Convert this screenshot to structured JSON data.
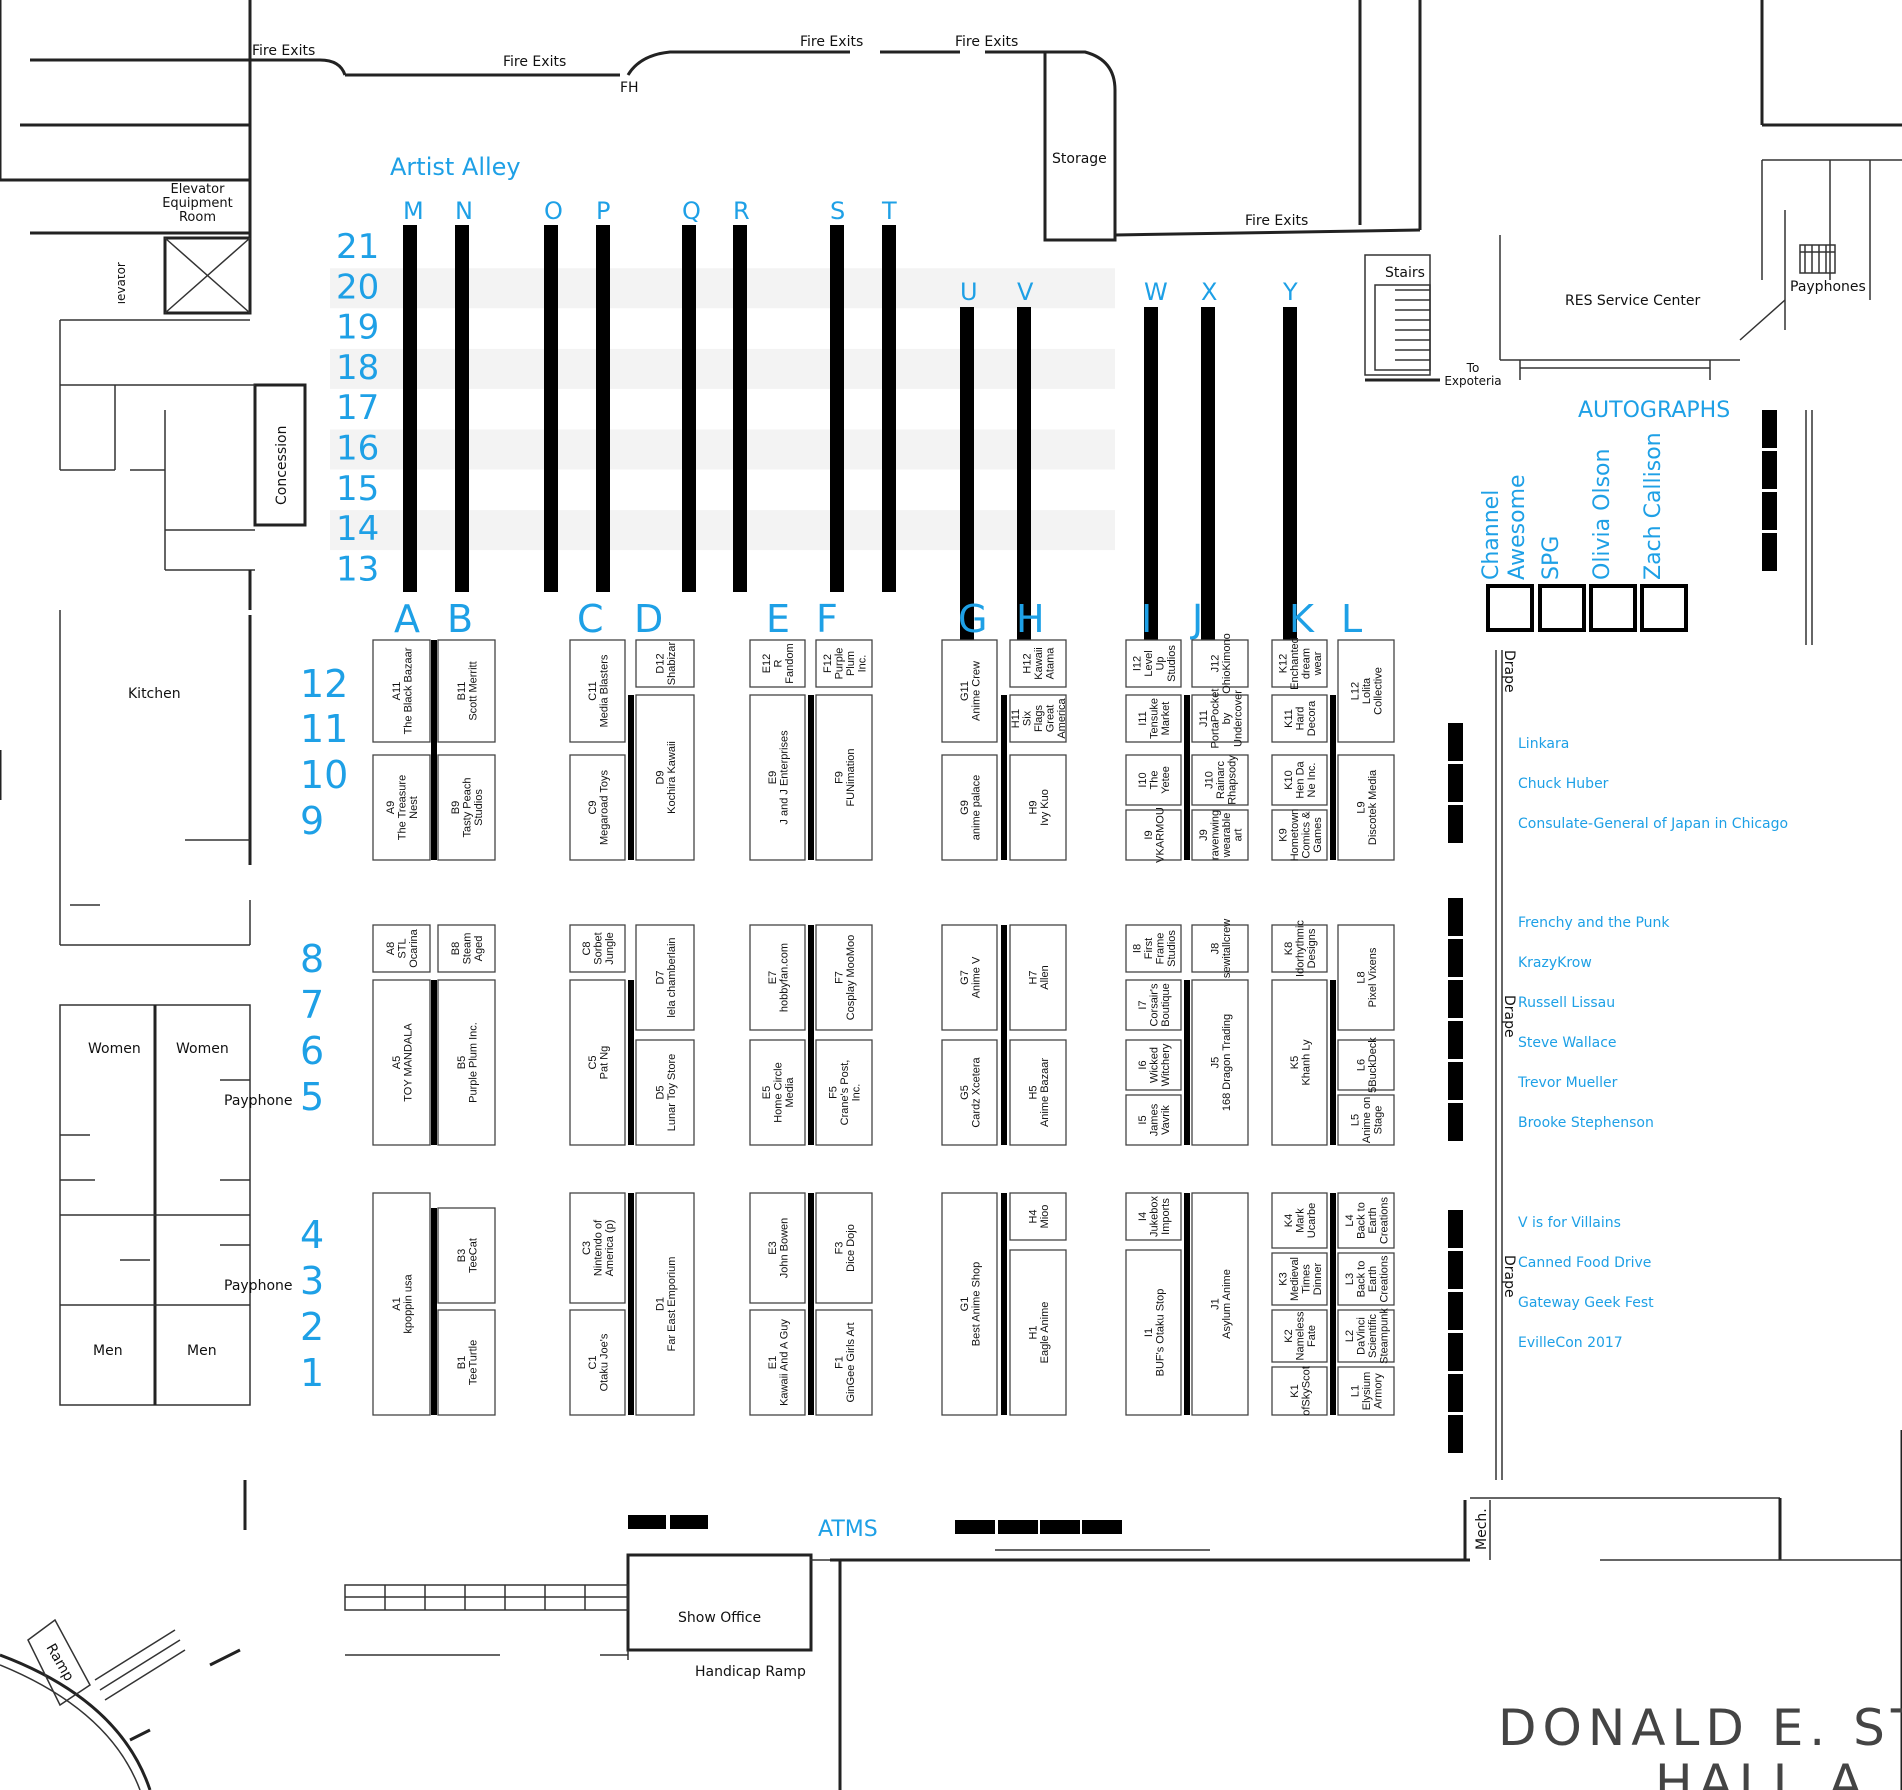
{
  "rooms": {
    "fire_exits": [
      "Fire Exits",
      "Fire Exits",
      "Fire Exits",
      "Fire Exits",
      "Fire Exits"
    ],
    "fire_exit_abbrev": "FH",
    "storage": "Storage",
    "elevator_equipment": "Elevator Equipment Room",
    "freight_elevator": "Freight Elevator",
    "concession": "Concession",
    "kitchen": "Kitchen",
    "women": "Women",
    "men": "Men",
    "payphone": "Payphone",
    "payphones": "Payphones",
    "stairs": "Stairs",
    "to_expoteria": "To Expoteria",
    "res_service": "RES Service Center",
    "mech": "Mech.",
    "show_office": "Show Office",
    "handicap_ramp": "Handicap Ramp",
    "ramp": "Ramp",
    "drape": "Drape",
    "atms": "ATMS",
    "hall_title_line1": "DONALD E. STE",
    "hall_title_line2": "HALL A"
  },
  "artist_alley": {
    "title": "Artist Alley",
    "columns": [
      "M",
      "N",
      "O",
      "P",
      "Q",
      "R",
      "S",
      "T",
      "U",
      "V",
      "W",
      "X",
      "Y"
    ],
    "rows": [
      "21",
      "20",
      "19",
      "18",
      "17",
      "16",
      "15",
      "14",
      "13"
    ]
  },
  "vendor_columns": [
    "A",
    "B",
    "C",
    "D",
    "E",
    "F",
    "G",
    "H",
    "I",
    "J",
    "K",
    "L"
  ],
  "vendor_rows": [
    "12",
    "11",
    "10",
    "9",
    "8",
    "7",
    "6",
    "5",
    "4",
    "3",
    "2",
    "1"
  ],
  "booths": {
    "A11": "The Black Bazaar",
    "B11": "Scott Merritt",
    "A9": "The Treasure Nest",
    "B9": "Tasty Peach Studios",
    "A8": "STL Ocarina",
    "B8": "Steam Aged",
    "A5": "TOY MANDALA",
    "B5": "Purple Plum Inc.",
    "A1": "kpoppin usa",
    "B3": "TeeCat",
    "B1": "TeeTurtle",
    "C11": "Media Blasters",
    "D12": "Shabizar",
    "C9": "Megaroad Toys",
    "D9": "Kochira Kawaii",
    "C8": "Sorbet Jungle",
    "D7": "lela chamberlain",
    "C5": "Pat Ng",
    "D5": "Lunar Toy Store",
    "C3": "Nintendo of America (p)",
    "D1": "Far East Emporium",
    "C1": "Otaku Joe's",
    "E12": "R Fandom",
    "F12": "Purple Plum Inc.",
    "E9": "J and J Enterprises",
    "F9": "FUNimation",
    "E7": "hobbyfan.com",
    "F7": "Cosplay MooMoo",
    "E5": "Home Circle Media",
    "F5": "Crane's Post, Inc.",
    "E3": "John Bowen",
    "F3": "Dice Dojo",
    "E1": "Kawaii And A Guy",
    "F1": "GinGee Girls Art",
    "G11": "Anime Crew",
    "H12": "Kawaii Atama",
    "H11": "Six Flags Great America",
    "G9": "anime palace",
    "H9": "Ivy Kuo",
    "G7": "Anime V",
    "H7": "Allen",
    "G5": "Cardz Xcetera",
    "H5": "Anime Bazaar",
    "G1": "Best Anime Shop",
    "H4": "Mioo",
    "H1": "Eagle Anime",
    "I12": "Level Up Studios",
    "J12": "OhioKimono",
    "I11": "Tensuke Market",
    "J11": "PortaPocket by Undercover",
    "I10": "The Yetee",
    "J10": "Rainarc Rhapsody",
    "I9": "VKARMOU",
    "J9": "ravenwing wearable art",
    "I8": "First Frame Studios",
    "J8": "sewitallcrew",
    "I7": "Corsair's Boutique",
    "I6": "Wicked Witchery",
    "J5": "168 Dragon Trading",
    "I5": "James Vavrik",
    "I4": "Jukebox Imports",
    "I1": "BUF's Otaku Stop",
    "J1": "Asylum Anime",
    "K12": "Enchanted dream wear",
    "L12": "Lolita Collective",
    "K11": "Hard Decora",
    "K10": "Hen Da Ne Inc.",
    "L9": "Discotek Media",
    "K9": "Hometown Comics & Games",
    "K8": "Idorhythmic Designs",
    "L8": "Pixel Vixens",
    "K5": "Khanh Ly",
    "L6": "5BuckDeck",
    "L5": "Anime on Stage",
    "K4": "Mark Ucarbe",
    "L4": "Back to Earth Creations",
    "K3": "Medieval Times Dinner",
    "L3": "Back to Earth Creations",
    "K2": "Nameless Fate",
    "L2": "DaVinci Scientific Steampunk",
    "K1": "ofSkyScot",
    "L1": "Elysium Armory"
  },
  "autographs": {
    "title": "AUTOGRAPHS",
    "guests": [
      "Channel Awesome",
      "SPG",
      "Olivia Olson",
      "Zach Callison"
    ]
  },
  "schedule": {
    "group1": [
      "Linkara",
      "Chuck Huber",
      "Consulate-General of Japan in Chicago"
    ],
    "group2": [
      "Frenchy and the Punk",
      "KrazyKrow",
      "Russell Lissau",
      "Steve Wallace",
      "Trevor Mueller",
      "Brooke Stephenson"
    ],
    "group3": [
      "V is for Villains",
      "Canned Food Drive",
      "Gateway Geek Fest",
      "EvilleCon 2017"
    ]
  }
}
